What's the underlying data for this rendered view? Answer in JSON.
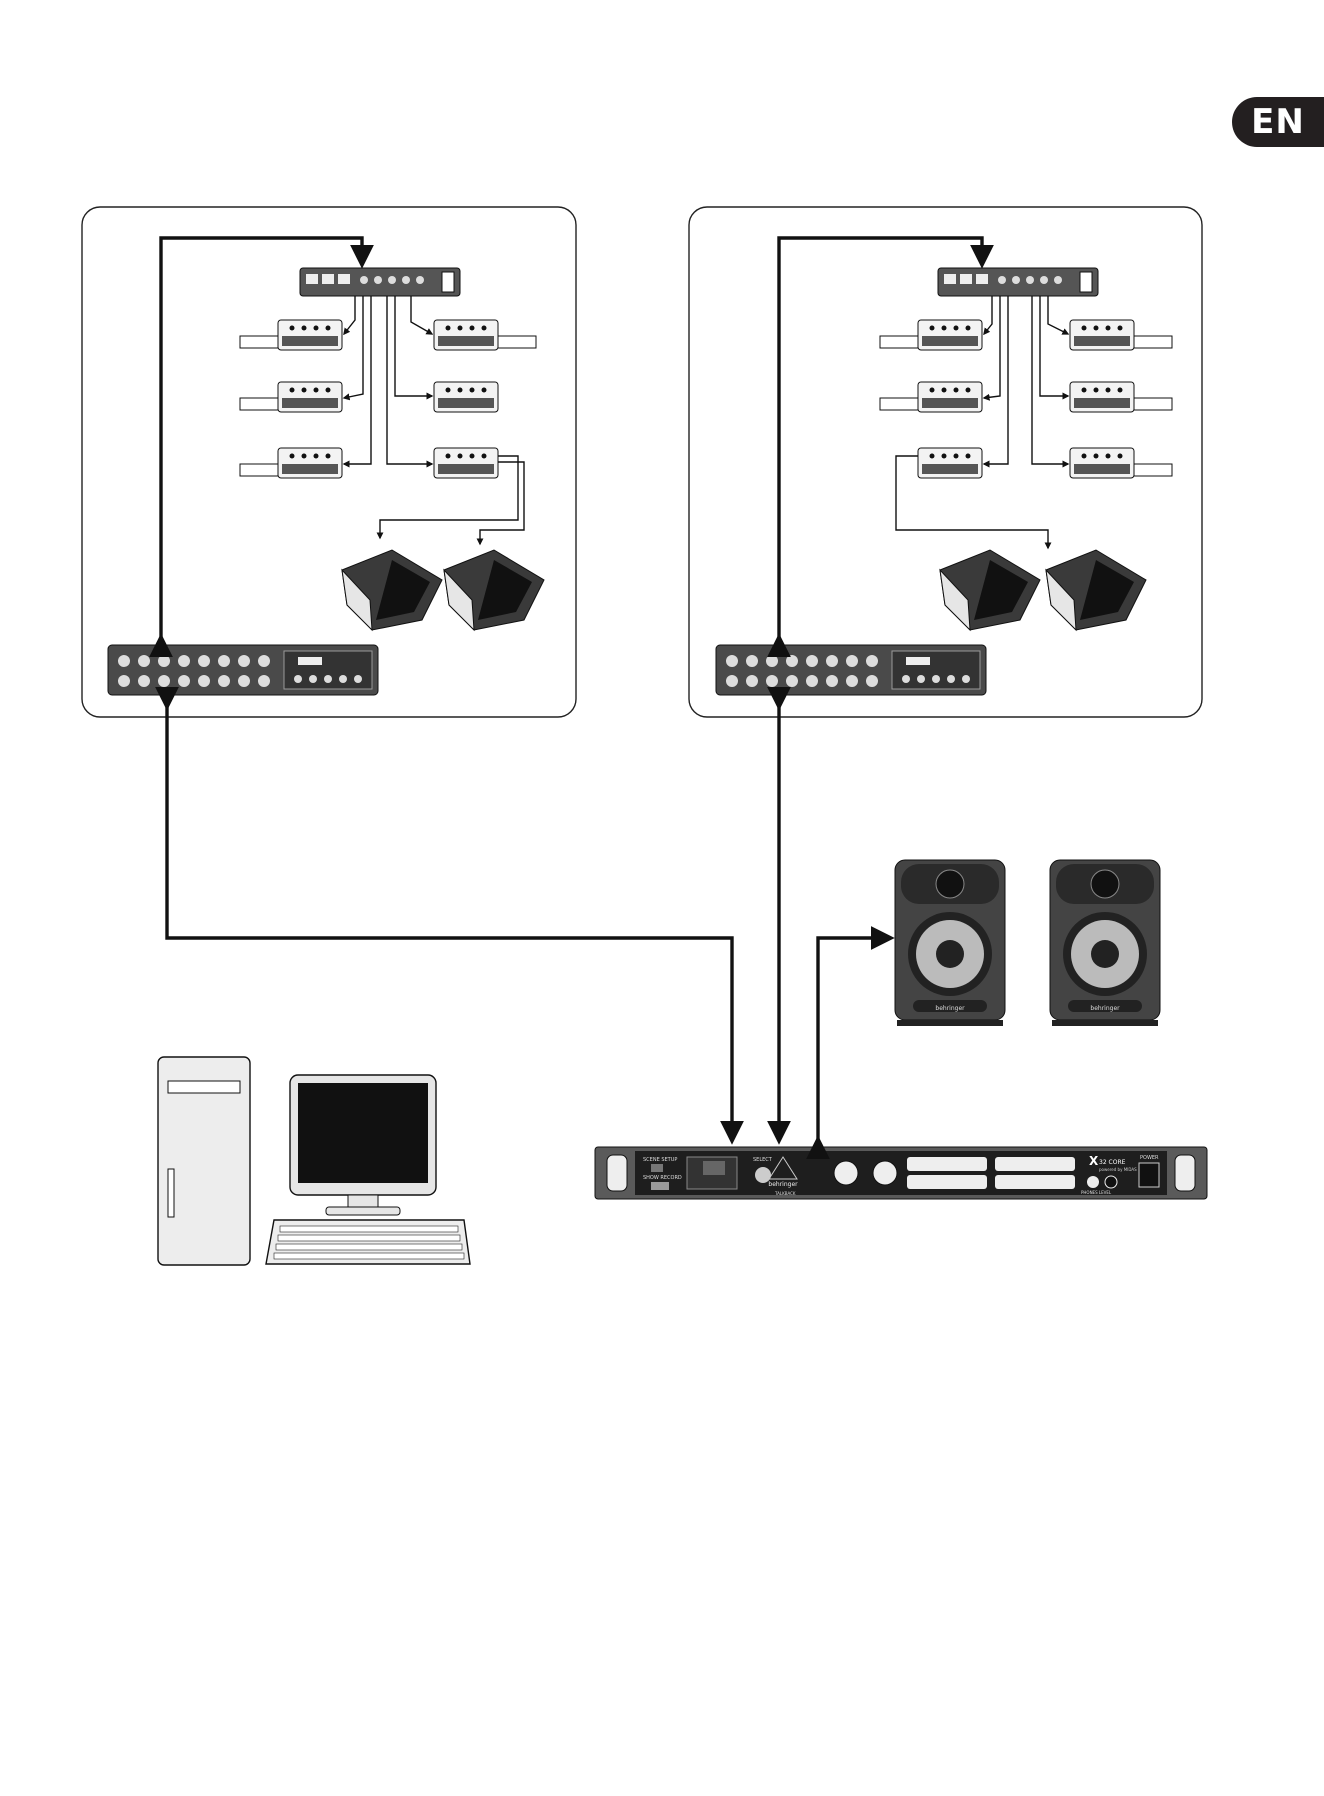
{
  "language_tab": "EN",
  "brand": {
    "behringer": "behringer",
    "x32": "X",
    "x32_sub": "32 CORE",
    "x32_tag": "powered by MIDAS"
  },
  "core_labels": {
    "scene_setup": "SCENE SETUP",
    "show_record": "SHOW RECORD",
    "select": "SELECT",
    "talkback": "TALKBACK",
    "phones_level": "PHONES LEVEL",
    "power": "POWER"
  },
  "colors": {
    "ink": "#231f20",
    "panel": "#4a4a4a",
    "line": "#1a1a1a"
  }
}
